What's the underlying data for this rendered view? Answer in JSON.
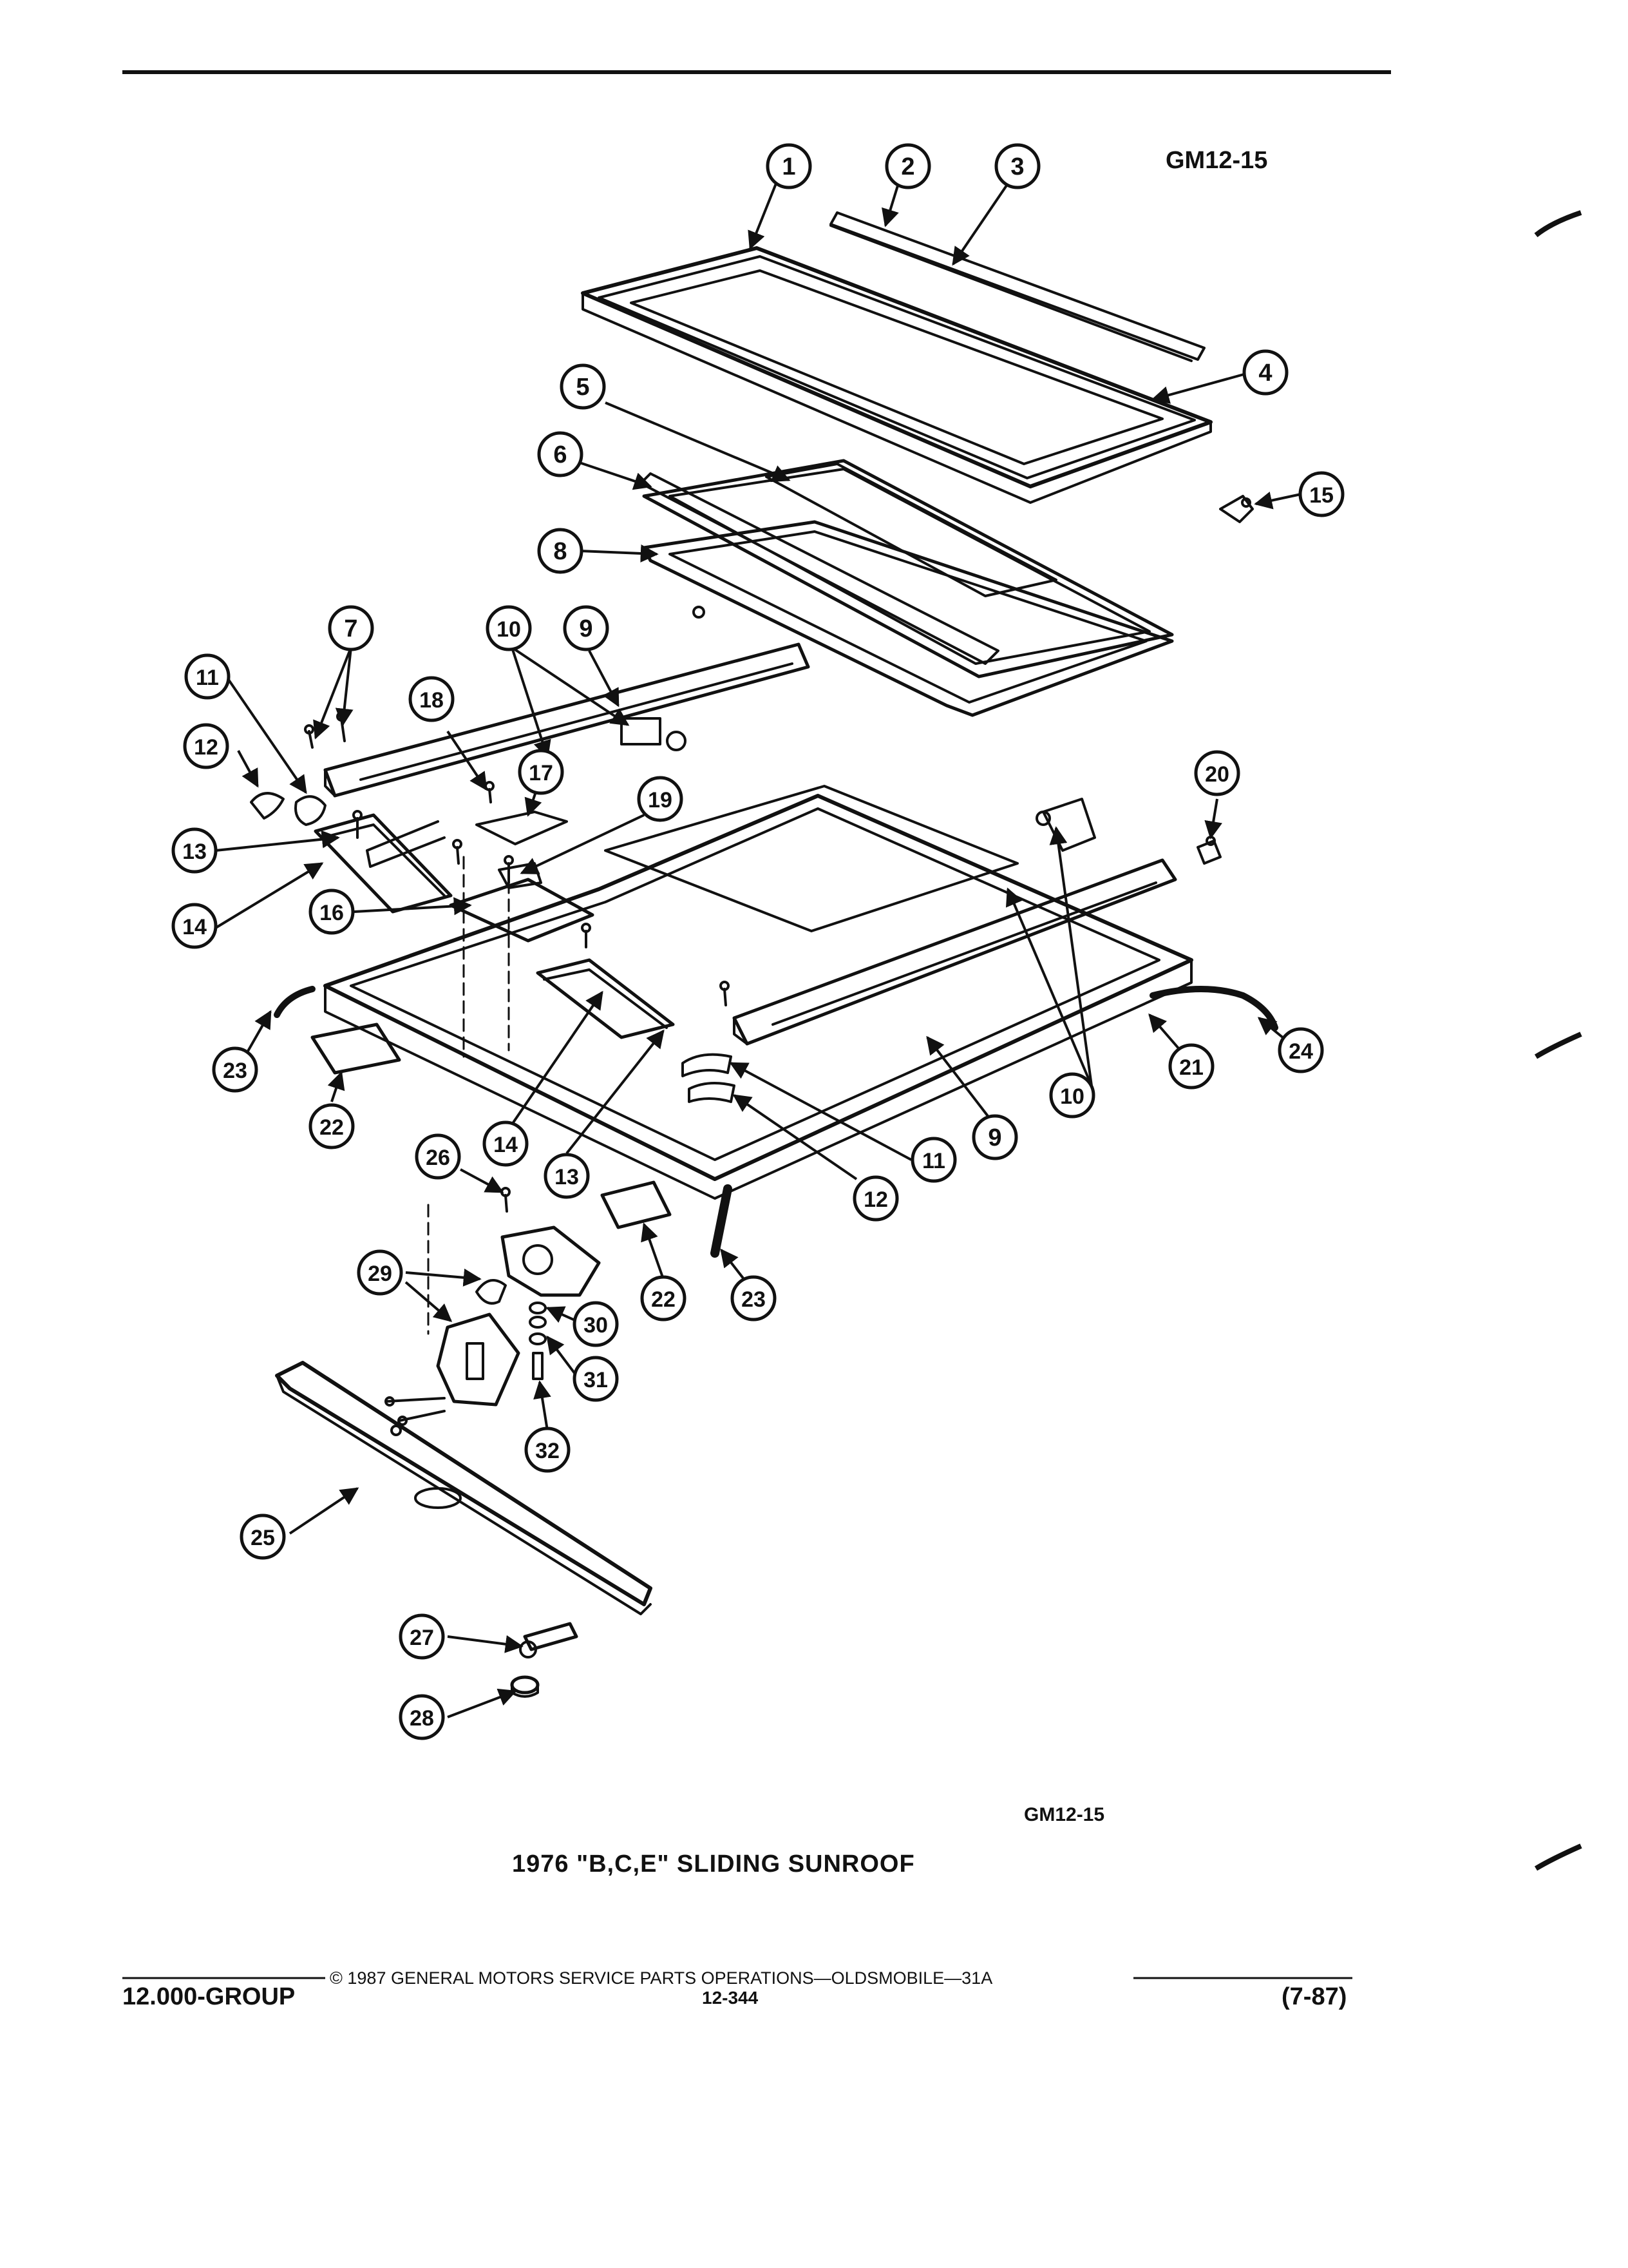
{
  "document": {
    "figure_id": "GM12-15",
    "figure_id_bottom": "GM12-15",
    "title": "1976 \"B,C,E\" SLIDING SUNROOF",
    "footer": {
      "copyright": "© 1987 GENERAL MOTORS SERVICE PARTS OPERATIONS—OLDSMOBILE—31A",
      "page_number": "12-344",
      "group": "12.000-GROUP",
      "date_code": "(7-87)"
    }
  },
  "callouts": [
    "1",
    "2",
    "3",
    "4",
    "5",
    "6",
    "7",
    "8",
    "9",
    "10",
    "11",
    "12",
    "13",
    "14",
    "15",
    "16",
    "17",
    "18",
    "19",
    "20",
    "21",
    "22",
    "23",
    "24",
    "25",
    "26",
    "27",
    "28",
    "29",
    "30",
    "31",
    "32"
  ],
  "colors": {
    "ink": "#111111",
    "paper": "#ffffff",
    "shade": "#d9d9d9"
  }
}
